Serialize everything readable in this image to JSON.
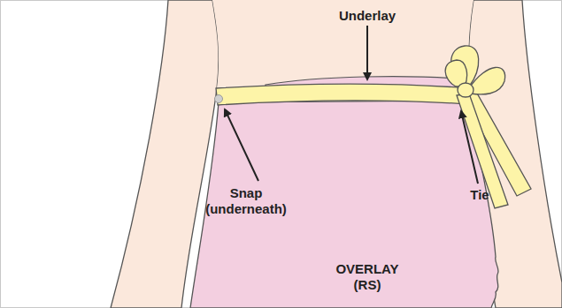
{
  "diagram": {
    "labels": [
      "Underlay",
      "Snap (underneath)",
      "Tie",
      "OVERLAY (RS)"
    ]
  }
}
